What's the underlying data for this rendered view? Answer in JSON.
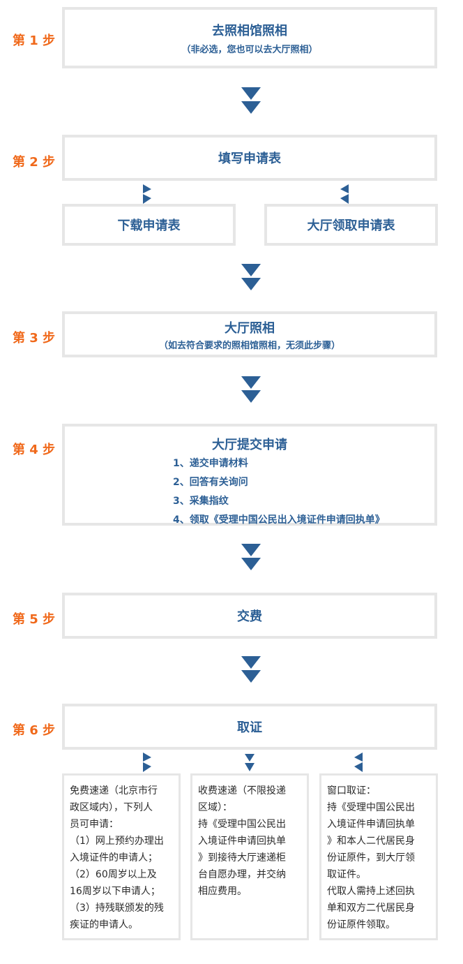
{
  "steps": [
    {
      "label": "第 1 步",
      "title": "去照相馆照相",
      "sub": "（非必选，您也可以去大厅照相）"
    },
    {
      "label": "第 2 步",
      "title": "填写申请表",
      "options": [
        "下载申请表",
        "大厅领取申请表"
      ]
    },
    {
      "label": "第 3 步",
      "title": "大厅照相",
      "sub": "（如去符合要求的照相馆照相，无须此步骤）"
    },
    {
      "label": "第 4 步",
      "title": "大厅提交申请",
      "items": [
        "1、递交申请材料",
        "2、回答有关询问",
        "3、采集指纹",
        "4、领取《受理中国公民出入境证件申请回执单》"
      ]
    },
    {
      "label": "第 5 步",
      "title": "交费"
    },
    {
      "label": "第 6 步",
      "title": "取证"
    }
  ],
  "delivery": [
    {
      "lines": [
        "免费速递（北京市行",
        "政区域内），下列人",
        "员可申请：",
        "（1）网上预约办理出",
        "入境证件的申请人；",
        "（2）60周岁以上及",
        "16周岁以下申请人；",
        "（3）持残联颁发的残",
        "疾证的申请人。"
      ]
    },
    {
      "lines": [
        "收费速递（不限投递",
        "区域）：",
        "持《受理中国公民出",
        "入境证件申请回执单",
        "》到接待大厅速递柜",
        "台自愿办理，并交纳",
        "相应费用。"
      ]
    },
    {
      "lines": [
        "窗口取证：",
        "持《受理中国公民出",
        "入境证件申请回执单",
        "》和本人二代居民身",
        "份证原件，到大厅领",
        "取证件。",
        "代取人需持上述回执",
        "单和双方二代居民身",
        "份证原件领取。"
      ]
    }
  ],
  "colors": {
    "accent": "#f0691b",
    "primary": "#2c5f95",
    "border": "#e6e6e6"
  }
}
